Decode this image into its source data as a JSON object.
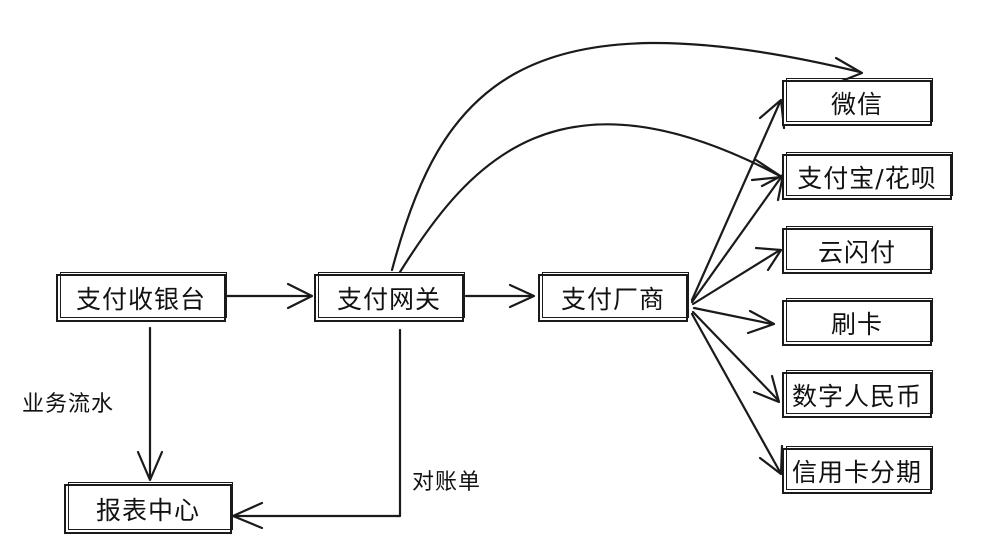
{
  "nodes": {
    "cashier": "支付收银台",
    "gateway": "支付网关",
    "vendor": "支付厂商",
    "report": "报表中心"
  },
  "channels": [
    "微信",
    "支付宝/花呗",
    "云闪付",
    "刷卡",
    "数字人民币",
    "信用卡分期"
  ],
  "edge_labels": {
    "business_flow": "业务流水",
    "statement": "对账单"
  },
  "colors": {
    "stroke": "#1a1a1a",
    "background": "#ffffff"
  }
}
